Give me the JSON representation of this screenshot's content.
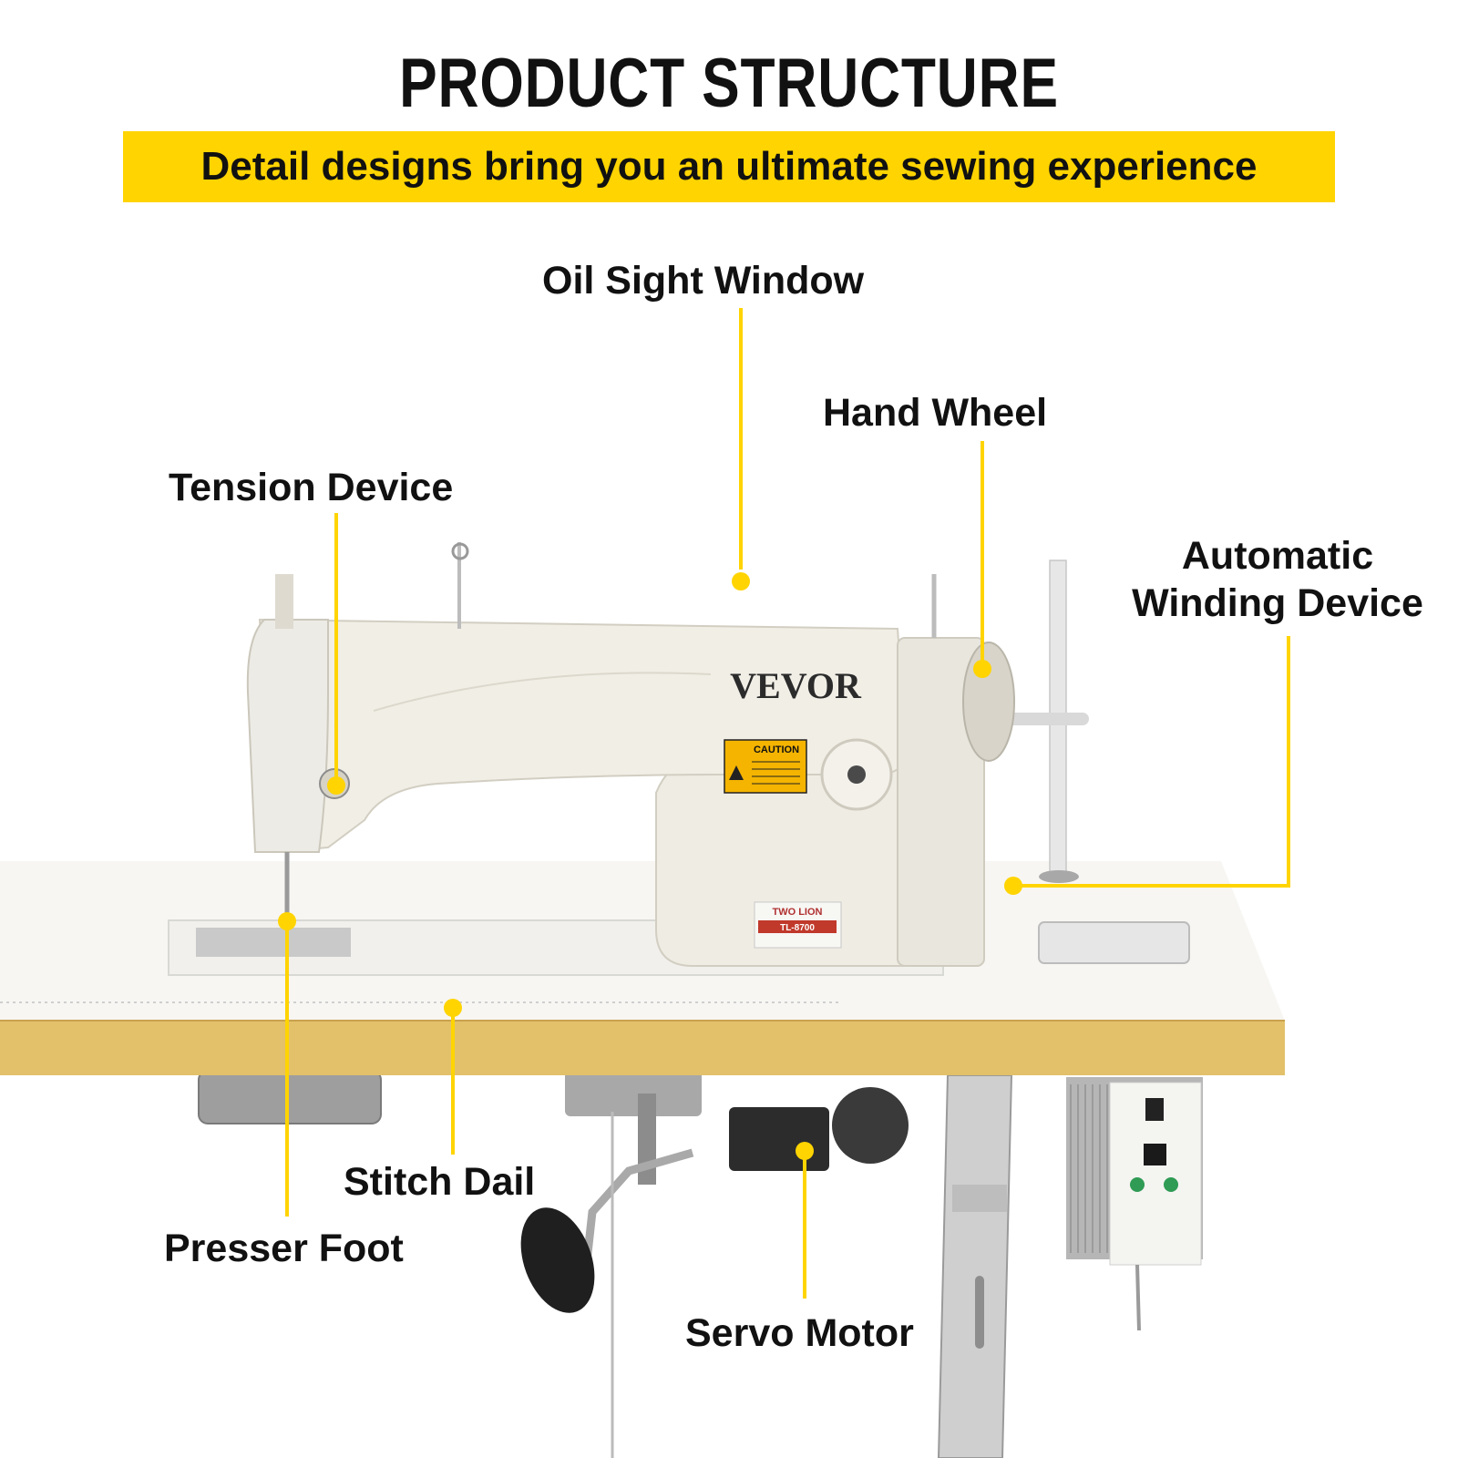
{
  "header": {
    "title": "PRODUCT STRUCTURE",
    "subtitle": "Detail designs bring you an ultimate sewing experience"
  },
  "product": {
    "brand": "VEVOR",
    "caution_label": "CAUTION",
    "plate_brand": "TWO LION",
    "plate_model": "TL-8700"
  },
  "callouts": {
    "oil_sight_window": "Oil Sight Window",
    "hand_wheel": "Hand Wheel",
    "tension_device": "Tension Device",
    "automatic_winding_line1": "Automatic",
    "automatic_winding_line2": "Winding Device",
    "stitch_dail": "Stitch Dail",
    "presser_foot": "Presser Foot",
    "servo_motor": "Servo Motor"
  },
  "colors": {
    "accent_yellow": "#ffd400",
    "table_edge": "#e2c16a",
    "machine_body": "#efece4"
  }
}
